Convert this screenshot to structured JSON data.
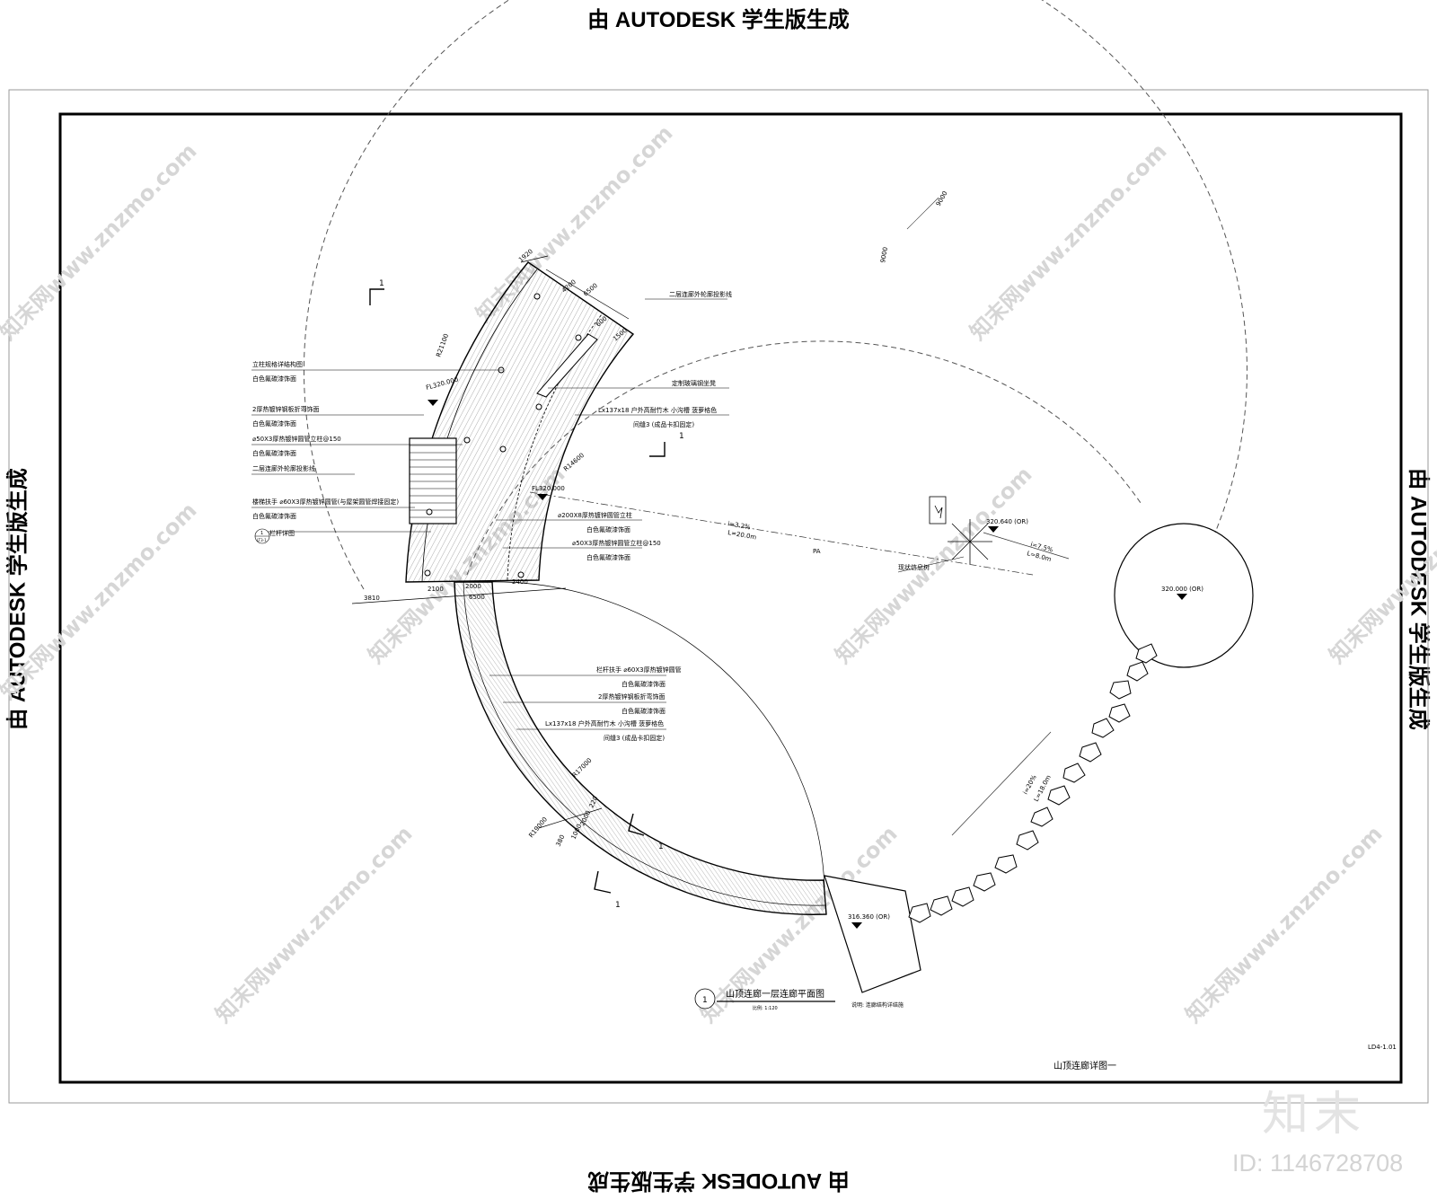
{
  "stamps": {
    "top": "由 AUTODESK 学生版生成",
    "bottom": "由 AUTODESK 学生版生成",
    "left": "由 AUTODESK 学生版生成",
    "right": "由 AUTODESK 学生版生成"
  },
  "watermarks": {
    "site": "知末网www.znzmo.com",
    "brand": "知末",
    "id": "ID: 1146728708"
  },
  "drawing": {
    "title": "山顶连廊一层连廊平面图",
    "scale": "比例: 1:120",
    "note": "说明: 连廊结构详结施",
    "detail_marker": "1",
    "sheet_number": "LD4-1.01",
    "sheet_title": "山顶连廊详图一",
    "section_marks": [
      "1",
      "1",
      "1",
      "1"
    ],
    "dims": {
      "d3810": "3810",
      "d2100": "2100",
      "d2000": "2000",
      "d2400": "2400",
      "d6500_bottom": "6500",
      "d1920": "1920",
      "d4200": "4200",
      "d6500_top": "6500",
      "d600": "600",
      "d1500": "1500",
      "d380": "380",
      "d2000b": "2000",
      "d1000": "1000",
      "d220": "220"
    },
    "radii": {
      "r21100": "R21100",
      "r14600": "R14600",
      "r17000": "R17000",
      "r19000": "R19000"
    },
    "levels": {
      "fl_top": "FL320.000",
      "fl_mid": "FL320.000",
      "lvl_320640": "320.640 (OR)",
      "lvl_320000": "320.000 (OR)",
      "lvl_316360": "316.360 (OR)"
    },
    "slopes": {
      "s1_i": "i=3.2%",
      "s1_l": "L=20.0m",
      "s2_i": "i=7.5%",
      "s2_l": "L=8.0m",
      "s3_i": "i=20%",
      "s3_l": "L=18.0m",
      "pa": "PA"
    },
    "circle_labels": {
      "outer": "9000",
      "inner": "9000"
    },
    "left_callouts": [
      "立柱规格详结构图",
      "白色氟碳漆饰面",
      "2厚热镀锌钢板折弯饰面",
      "白色氟碳漆饰面",
      "⌀50X3厚热镀锌圆管立柱@150",
      "白色氟碳漆饰面",
      "二层连廊外轮廓投影线",
      "楼梯扶手 ⌀60X3厚热镀锌圆管(与屋架圆管焊接固定)",
      "白色氟碳漆饰面",
      "栏杆详图"
    ],
    "bubble_left": {
      "top": "1",
      "bottom": "LT3-1"
    },
    "right_callouts": [
      "二层连廊外轮廓投影线",
      "定制玻璃钢坐凳",
      "Lx137x18 户外高耐竹木 小沟槽 菠萝格色",
      "间缝3 (成品卡扣固定)"
    ],
    "mid_callouts": [
      "⌀200X8厚热镀锌圆管立柱",
      "白色氟碳漆饰面",
      "⌀50X3厚热镀锌圆管立柱@150",
      "白色氟碳漆饰面"
    ],
    "lower_callouts": [
      "栏杆扶手 ⌀60X3厚热镀锌圆管",
      "白色氟碳漆饰面",
      "2厚热镀锌钢板折弯饰面",
      "白色氟碳漆饰面",
      "Lx137x18 户外高耐竹木 小沟槽 菠萝格色",
      "间缝3 (成品卡扣固定)"
    ],
    "tree_label": "现状信息树"
  },
  "colors": {
    "line": "#000000",
    "thin": "#333333",
    "dash": "#555555",
    "hatch": "#8a8a8a",
    "watermark": "#d2d2d2"
  }
}
